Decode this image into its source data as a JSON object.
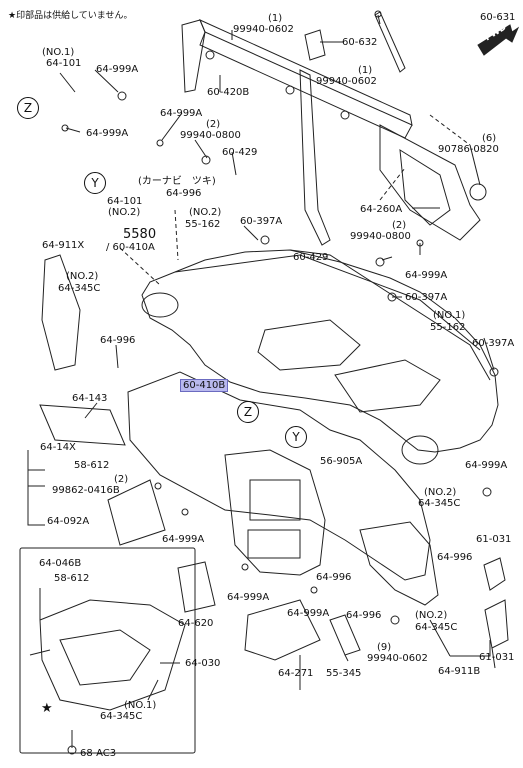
{
  "note": "★印部品は供給していません。",
  "fwd": "FWD",
  "markers": {
    "z": "Z",
    "y": "Y"
  },
  "labels": {
    "p60631": "60-631",
    "p60632": "60-632",
    "n1a": "(1)",
    "p99940_0602a": "99940-0602",
    "p60420b": "60-420B",
    "n1b": "(1)",
    "p99940_0602b": "99940-0602",
    "no1a": "(NO.1)",
    "p64101a": "64-101",
    "p64999a_1": "64-999A",
    "p64999a_2": "64-999A",
    "p64999a_3": "64-999A",
    "n2a": "(2)",
    "p99940_0800a": "99940-0800",
    "p60429a": "60-429",
    "n6": "(6)",
    "p90786_0820": "90786-0820",
    "p64101b": "64-101",
    "no2a": "(NO.2)",
    "kanabi": "(カーナビ　ツキ)",
    "p64996a": "64-996",
    "p5580": "5580",
    "p60410a": "/ 60-410A",
    "no2b": "(NO.2)",
    "p55162a": "55-162",
    "p60397a_1": "60-397A",
    "p64260a": "64-260A",
    "p64911x": "64-911X",
    "no2c": "(NO.2)",
    "p64345c_1": "64-345C",
    "n2b": "(2)",
    "p99940_0800b": "99940-0800",
    "p60429b": "60-429",
    "p64999a_4": "64-999A",
    "p60397a_2": "60-397A",
    "no1b": "(NO.1)",
    "p55162b": "55-162",
    "p60397a_3": "60-397A",
    "p64996b": "64-996",
    "p60410b": "60-410B",
    "p64143": "64-143",
    "p6414x": "64-14X",
    "p58612a": "58-612",
    "n2c": "(2)",
    "p99862_0416b": "99862-0416B",
    "p64092a": "64-092A",
    "p56905a": "56-905A",
    "p64999a_5": "64-999A",
    "no2d": "(NO.2)",
    "p64345c_2": "64-345C",
    "p64999a_6": "64-999A",
    "p61031a": "61-031",
    "p64996c": "64-996",
    "p64996d": "64-996",
    "p64046b": "64-046B",
    "p58612b": "58-612",
    "p64620": "64-620",
    "p64999a_7": "64-999A",
    "p64999a_8": "64-999A",
    "p64996e": "64-996",
    "no2e": "(NO.2)",
    "p64345c_3": "64-345C",
    "p64030": "64-030",
    "p64271": "64-271",
    "p55345": "55-345",
    "n9": "(9)",
    "p99940_0602c": "99940-0602",
    "p64911b": "64-911B",
    "p61031b": "61-031",
    "no1c": "(NO.1)",
    "p64345c_4": "64-345C",
    "p68ac3": "68-AC3"
  }
}
